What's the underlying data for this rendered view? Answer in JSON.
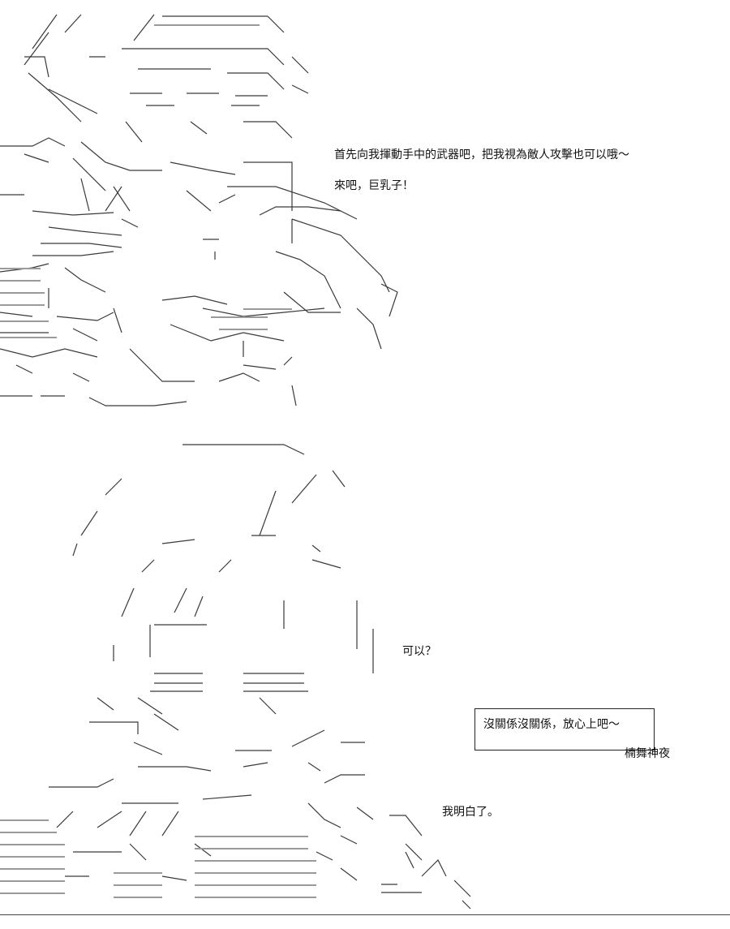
{
  "top_dialogue": {
    "line1": "首先向我揮動手中的武器吧，把我視為敵人攻擊也可以哦～",
    "line2": "來吧，巨乳子！"
  },
  "bottom_dialogue": {
    "question": "可以？",
    "box_text": "沒關係沒關係，放心上吧～",
    "box_speaker": "楠舞神夜",
    "reply": "我明白了。"
  },
  "colors": {
    "art_stroke": "#3a3a3a",
    "art_light": "#9a9a9a",
    "text": "#111111"
  }
}
